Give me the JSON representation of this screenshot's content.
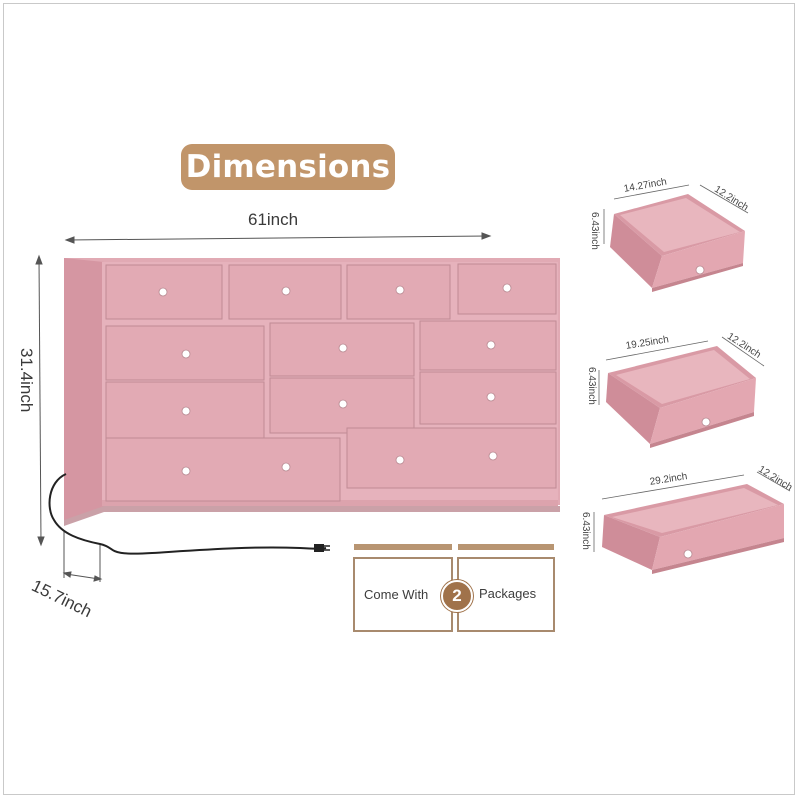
{
  "title": "Dimensions",
  "dresser": {
    "width_label": "61inch",
    "height_label": "31.4inch",
    "depth_label": "15.7inch",
    "color": "#dfa8b2"
  },
  "drawers": [
    {
      "width": "14.27inch",
      "depth": "12.2inch",
      "height": "6.43inch"
    },
    {
      "width": "19.25inch",
      "depth": "12.2inch",
      "height": "6.43inch"
    },
    {
      "width": "29.2inch",
      "depth": "12.2inch",
      "height": "6.43inch"
    }
  ],
  "packages": {
    "prefix": "Come With",
    "count": "2",
    "suffix": "Packages",
    "accent": "#a0724a"
  }
}
